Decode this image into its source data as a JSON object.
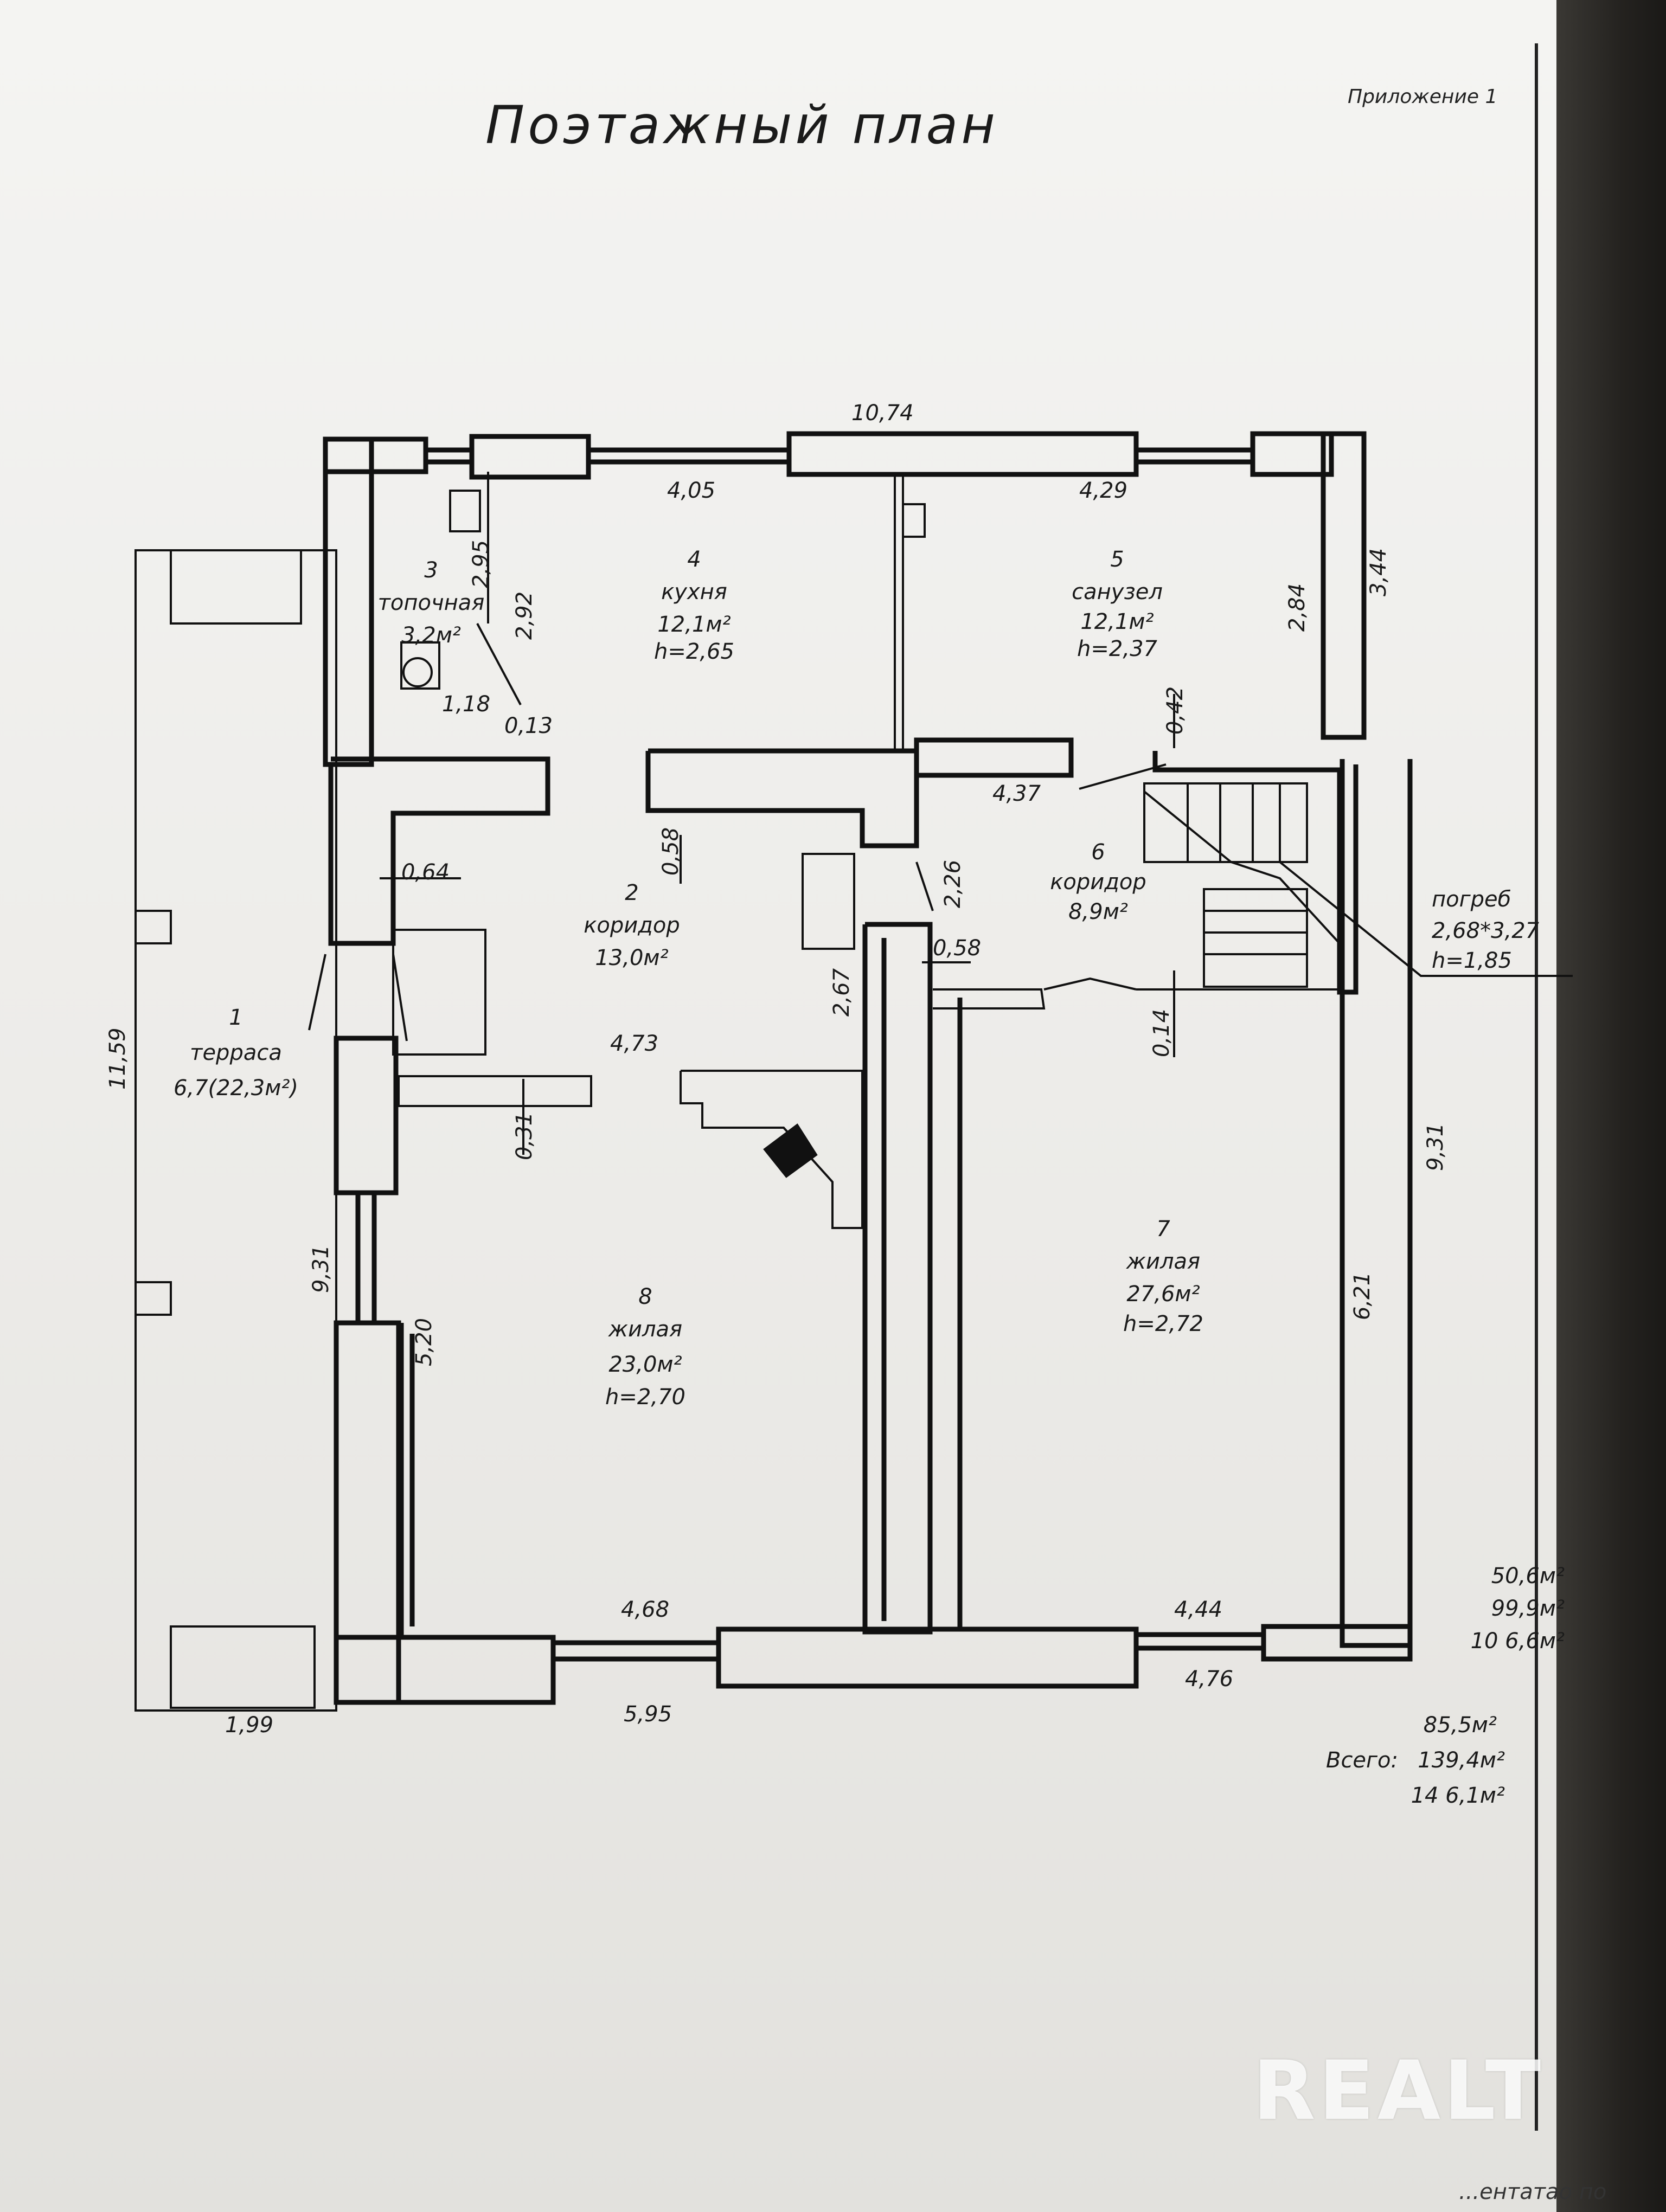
{
  "document": {
    "title": "Поэтажный план",
    "appendix_label": "Приложение 1",
    "tail_text": "...ентатао по"
  },
  "rooms": {
    "r1": {
      "num": "1",
      "name": "терраса",
      "area": "6,7(22,3м²)"
    },
    "r2": {
      "num": "2",
      "name": "коридор",
      "area": "13,0м²"
    },
    "r3": {
      "num": "3",
      "name": "топочная",
      "area": "3,2м²"
    },
    "r4": {
      "num": "4",
      "name": "кухня",
      "area": "12,1м²",
      "height": "h=2,65"
    },
    "r5": {
      "num": "5",
      "name": "санузел",
      "area": "12,1м²",
      "height": "h=2,37"
    },
    "r6": {
      "num": "6",
      "name": "коридор",
      "area": "8,9м²"
    },
    "r7": {
      "num": "7",
      "name": "жилая",
      "area": "27,6м²",
      "height": "h=2,72"
    },
    "r8": {
      "num": "8",
      "name": "жилая",
      "area": "23,0м²",
      "height": "h=2,70"
    }
  },
  "cellar": {
    "name": "погреб",
    "size": "2,68*3,27",
    "height": "h=1,85"
  },
  "dimensions": {
    "top_total": "10,74",
    "r4_width": "4,05",
    "r5_width": "4,29",
    "right_upper": "3,44",
    "r5_height": "2,84",
    "r3_a": "2,95",
    "r3_b": "2,92",
    "r3_c": "1,18",
    "r3_d": "0,13",
    "stair_a": "0,42",
    "corr_width": "4,37",
    "d_058a": "0,58",
    "d_226": "2,26",
    "d_064": "0,64",
    "d_058b": "0,58",
    "d_267": "2,67",
    "d_014": "0,14",
    "d_473": "4,73",
    "d_031": "0,31",
    "left_total": "11,59",
    "left_lower": "9,31",
    "right_lower": "9,31",
    "r8_height": "5,20",
    "r7_height": "6,21",
    "r8_width": "4,68",
    "r7_width": "4,44",
    "bottom_left": "1,99",
    "bottom_mid": "5,95",
    "bottom_right": "4,76"
  },
  "totals": {
    "living": "50,6м²",
    "general": "99,9м²",
    "total_area": "10 6,6м²",
    "sum_label": "Всего:",
    "sum_living": "85,5м²",
    "sum_general": "139,4м²",
    "sum_total": "14 6,1м²"
  },
  "watermark": "REALT",
  "colors": {
    "ink": "#111111",
    "paper": "#f0f0ee",
    "background": "#2d2b28"
  }
}
